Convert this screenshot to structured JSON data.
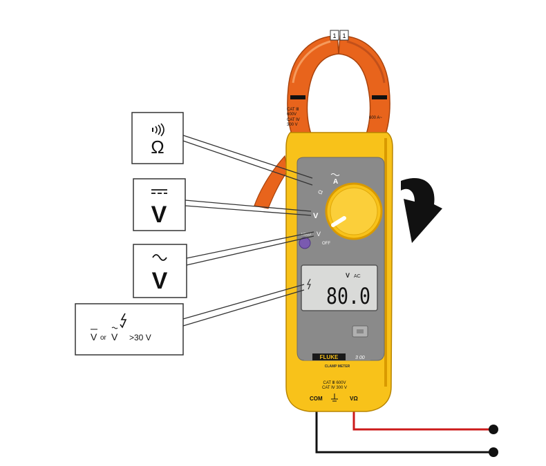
{
  "colors": {
    "body_yellow": "#f8c21a",
    "body_yellow_dark": "#d99a00",
    "jaw_orange": "#e8641c",
    "jaw_orange_dark": "#a8420c",
    "panel_gray": "#8a8a8a",
    "lcd_bg": "#d9dad8",
    "hold_purple": "#7a5ab0",
    "lead_red": "#cc1a1a",
    "lead_black": "#111111"
  },
  "callouts": {
    "continuity": {
      "icon": "sound-waves-icon",
      "symbol": "Ω"
    },
    "dc_volts": {
      "icon": "dc-line-icon",
      "symbol": "V"
    },
    "ac_volts": {
      "icon": "ac-wave-icon",
      "symbol": "V"
    },
    "hazard": {
      "icon": "lightning-icon",
      "text_a": "V",
      "text_or": "or",
      "text_b": "V",
      "threshold": ">30 V"
    }
  },
  "meter": {
    "jaw_top_labels": [
      "1",
      "1"
    ],
    "jaw_left_rating_1": "CAT Ⅲ",
    "jaw_left_rating_2": "600V",
    "jaw_left_rating_3": "CAT Ⅳ",
    "jaw_left_rating_4": "300 V",
    "jaw_right_rating": "600 A~",
    "dial_a_label": "A",
    "dial_ohm_label": "Ω",
    "dial_v_dc_label": "V",
    "dial_v_ac_label": "V",
    "hold_label": "HOLD",
    "off_label": "OFF",
    "lcd_unit": "V",
    "lcd_mode": "AC",
    "lcd_reading": "80.0",
    "brand": "FLUKE",
    "model": "3 00",
    "subtitle": "CLAMP METER",
    "input_rating_1": "CAT Ⅲ 600V",
    "input_rating_2": "CAT Ⅳ 300 V",
    "jack_com": "COM",
    "jack_v": "VΩ"
  }
}
